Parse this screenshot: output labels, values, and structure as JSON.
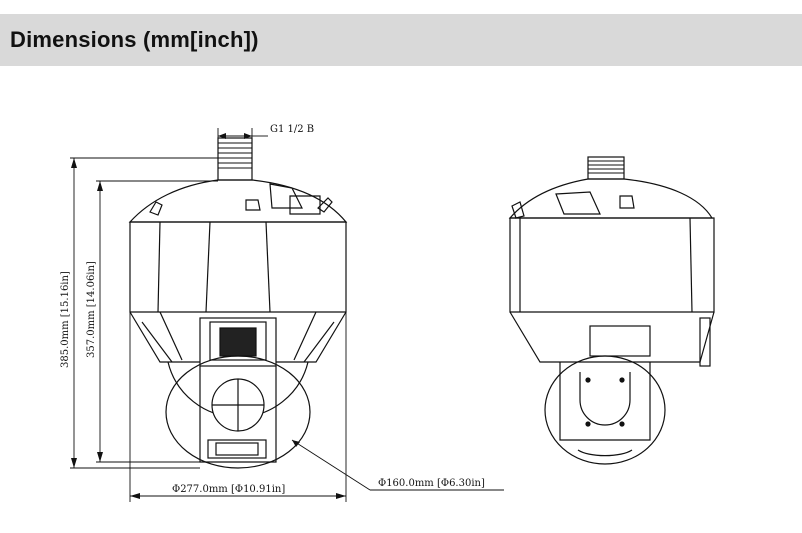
{
  "header": {
    "title": "Dimensions (mm[inch])"
  },
  "diagram": {
    "labels": {
      "thread": "G1 1/2 B",
      "height_total": "385.0mm [15.16in]",
      "height_body": "357.0mm [14.06in]",
      "width": "Φ277.0mm [Φ10.91in]",
      "ball_diameter": "Φ160.0mm [Φ6.30in]"
    },
    "views": [
      "front-view",
      "side-view"
    ]
  }
}
